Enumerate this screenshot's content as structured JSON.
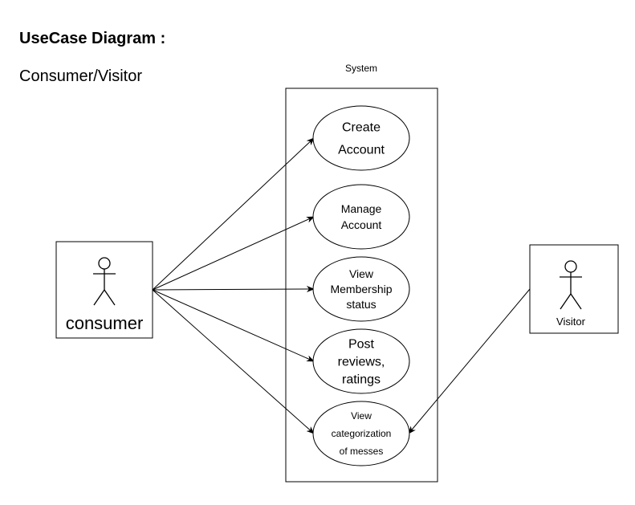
{
  "header": {
    "title": "UseCase Diagram :",
    "subtitle": "Consumer/Visitor"
  },
  "system": {
    "label": "System"
  },
  "actors": [
    {
      "id": "consumer",
      "label": "consumer"
    },
    {
      "id": "visitor",
      "label": "Visitor"
    }
  ],
  "use_cases": [
    {
      "id": "create-account",
      "lines": [
        "Create",
        "Account"
      ]
    },
    {
      "id": "manage-account",
      "lines": [
        "Manage",
        "Account"
      ]
    },
    {
      "id": "view-membership-status",
      "lines": [
        "View",
        "Membership",
        "status"
      ]
    },
    {
      "id": "post-reviews-ratings",
      "lines": [
        "Post",
        "reviews,",
        "ratings"
      ]
    },
    {
      "id": "view-categorization-of-messes",
      "lines": [
        "View",
        "categorization",
        "of messes"
      ]
    }
  ],
  "associations": [
    {
      "from": "consumer",
      "to": "create-account"
    },
    {
      "from": "consumer",
      "to": "manage-account"
    },
    {
      "from": "consumer",
      "to": "view-membership-status"
    },
    {
      "from": "consumer",
      "to": "post-reviews-ratings"
    },
    {
      "from": "consumer",
      "to": "view-categorization-of-messes"
    },
    {
      "from": "visitor",
      "to": "view-categorization-of-messes"
    }
  ]
}
